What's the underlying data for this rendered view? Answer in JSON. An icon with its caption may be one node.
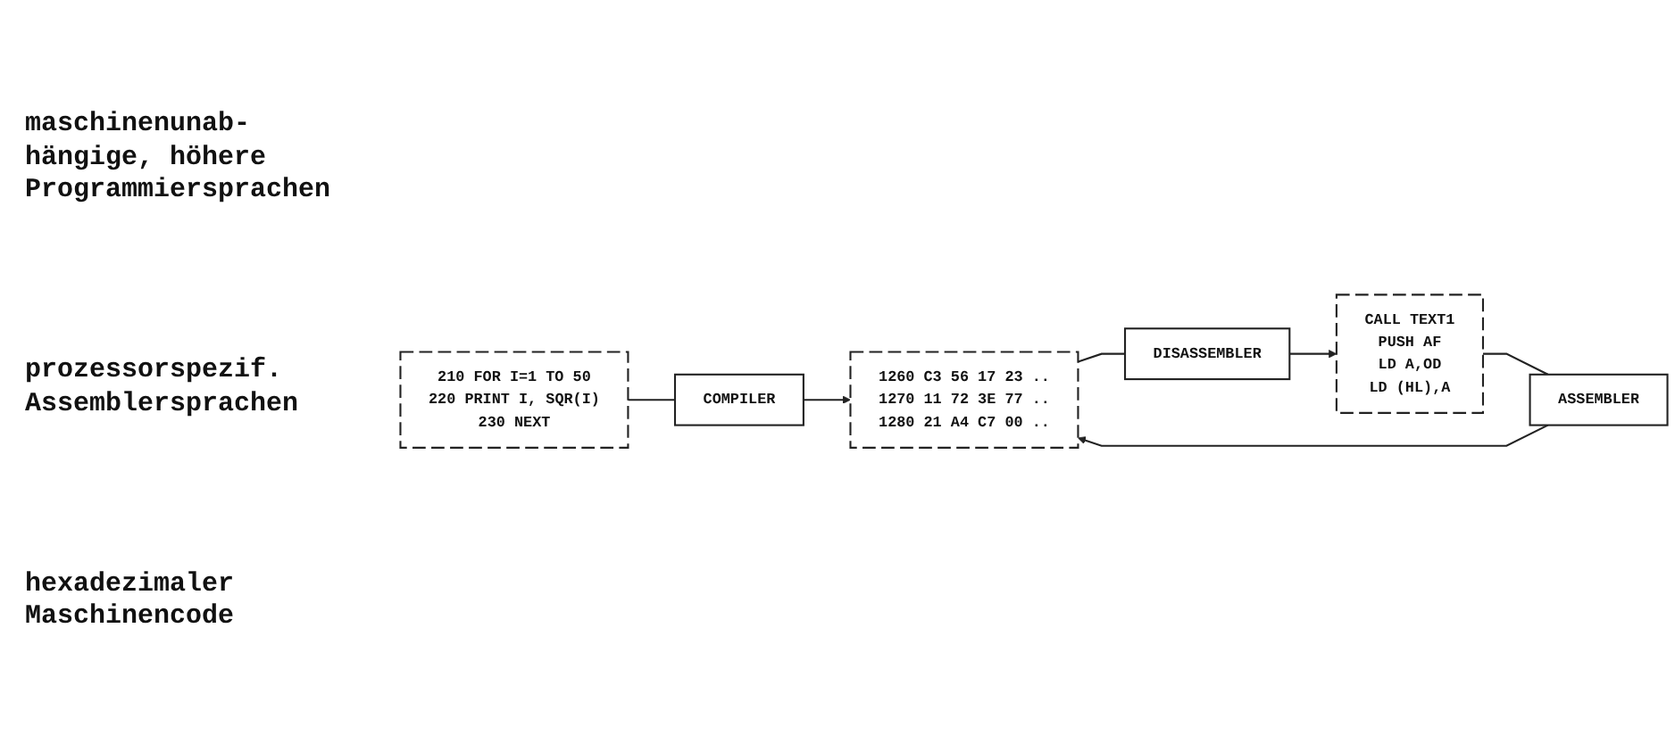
{
  "diagram": {
    "nodes": [
      {
        "text": [
          "210 FOR I=1 TO 50",
          "220 PRINT I, SQR(I)",
          "230 NEXT"
        ]
      },
      {
        "text": [
          "COMPILER"
        ]
      },
      {
        "text": [
          "CALL TEXT1",
          "PUSH AF",
          "LD A,OD",
          "LD (HL),A"
        ]
      },
      {
        "text": [
          "ASSEMBLER"
        ]
      },
      {
        "text": [
          "DISASSEMBLER"
        ]
      },
      {
        "text": [
          "1260 C3 56 17 23 ..",
          "1270 11 72 3E 77 ..",
          "1280 21 A4 C7 00 .."
        ]
      }
    ],
    "edges": [
      {
        "from": 0,
        "to": 1,
        "arrow": "none"
      },
      {
        "from": 1,
        "to": 5,
        "arrow": "to"
      },
      {
        "from": 2,
        "to": 3,
        "arrow": "none"
      },
      {
        "from": 3,
        "to": 5,
        "arrow": "to"
      },
      {
        "from": 5,
        "to": 4,
        "arrow": "none"
      },
      {
        "from": 4,
        "to": 2,
        "arrow": "to"
      }
    ],
    "labels": [
      "maschinenunab- hängige, höhere Programmiersprachen",
      "prozessorspezif. Assemblersprachen",
      "hexadezimaler Maschinencode"
    ]
  }
}
